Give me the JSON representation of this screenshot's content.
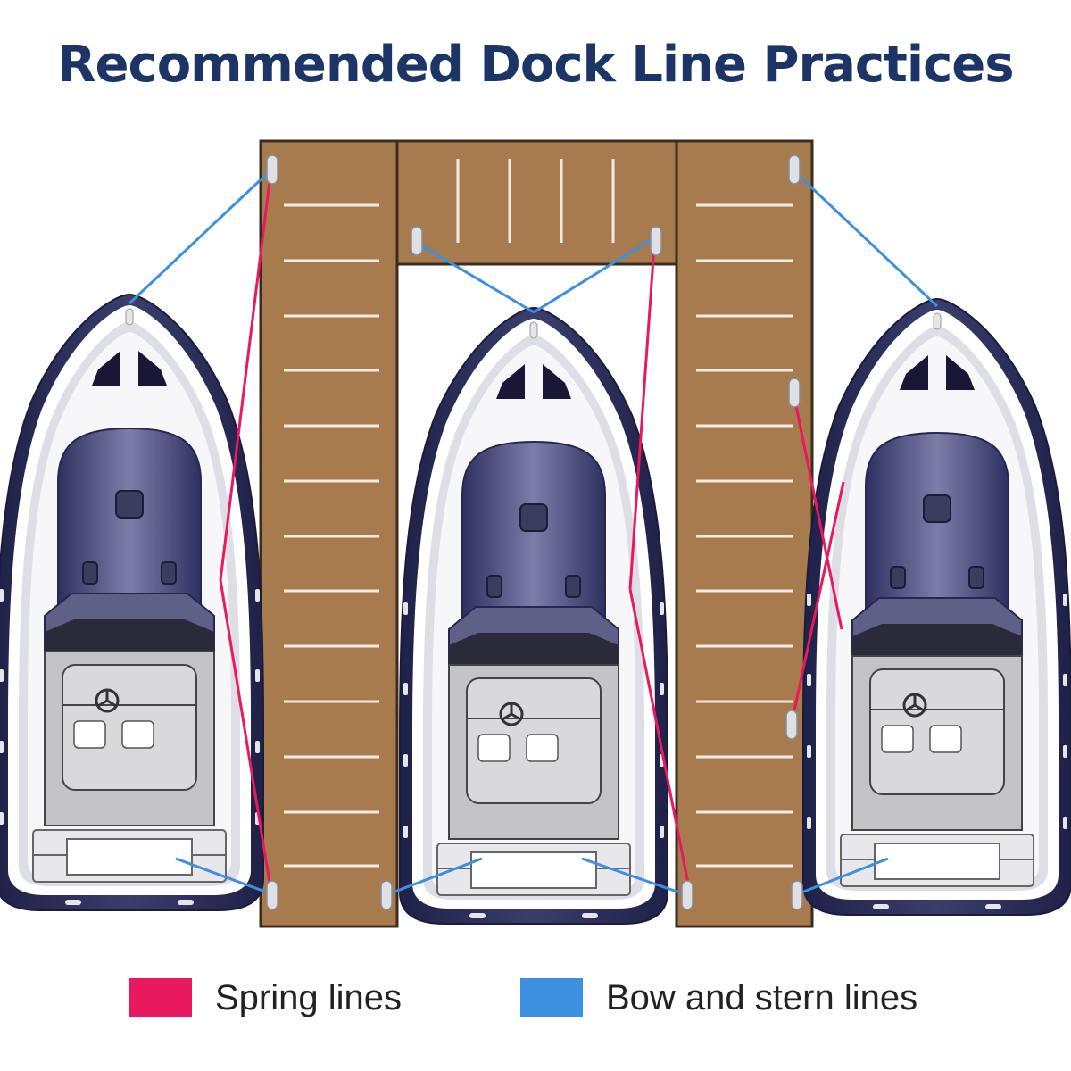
{
  "title": "Recommended Dock Line Practices",
  "colors": {
    "spring_line": "#e8195e",
    "bow_stern_line": "#3d8fe0",
    "dock": "#a87b4f",
    "dock_outline": "#3a2c1f",
    "dock_plank": "#f2ece4",
    "hull": "#2b2d52",
    "cabin": "#484a7c",
    "cockpit": "#bdbdc1",
    "title": "#1c3566"
  },
  "legend": [
    {
      "label": "Spring lines",
      "color": "#e8195e"
    },
    {
      "label": "Bow and stern lines",
      "color": "#3d8fe0"
    }
  ],
  "icons": [
    "cleat-icon",
    "ship-wheel-icon"
  ]
}
